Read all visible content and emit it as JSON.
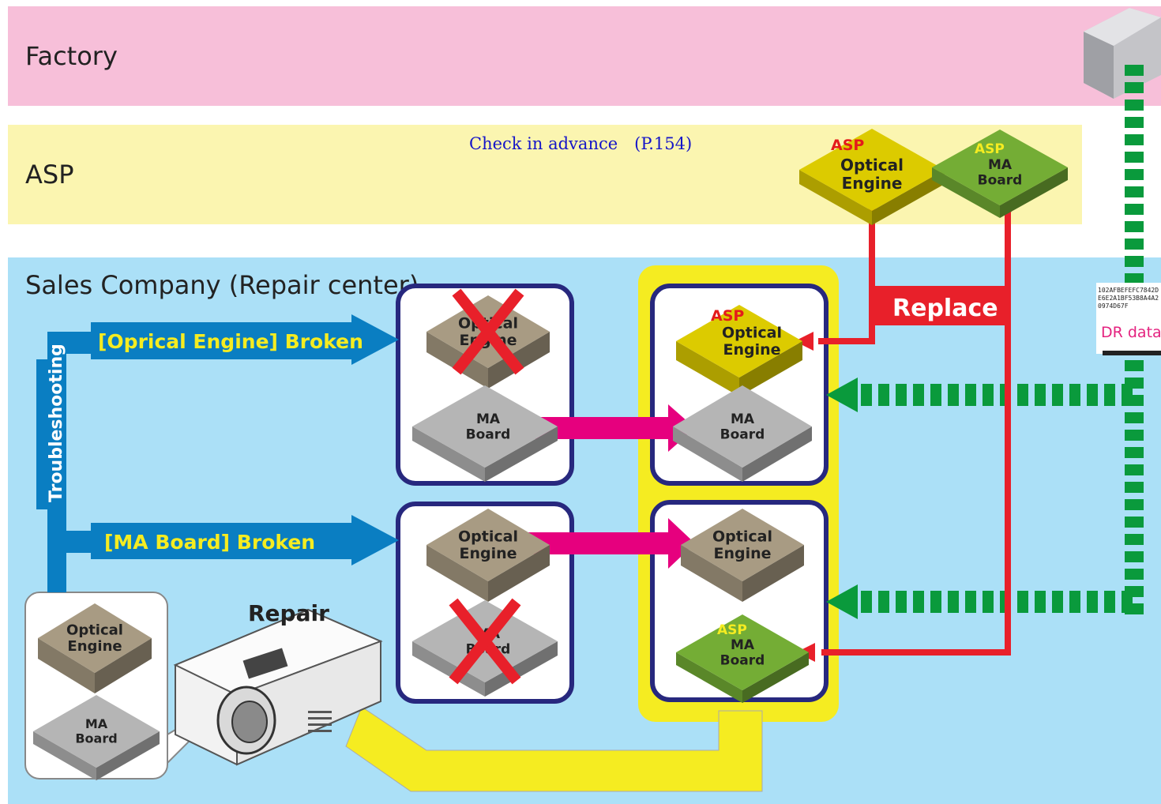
{
  "bands": {
    "factory": {
      "label": "Factory",
      "color": "#f7bfd9"
    },
    "asp": {
      "label": "ASP",
      "note": "Check in advance　(P.154)",
      "color": "#fbf5b0"
    },
    "sales": {
      "label": "Sales Company (Repair center)",
      "color": "#abe0f7"
    }
  },
  "parts": {
    "optical_engine": "Optical\nEngine",
    "ma_board": "MA\nBoard",
    "asp_tag": "ASP"
  },
  "arrows": {
    "optical_broken": "[Oprical Engine] Broken",
    "ma_broken": "[MA Board] Broken",
    "troubleshooting": "Troubleshooting",
    "replace": "Replace"
  },
  "repair_label": "Repair",
  "dr_card": {
    "hex_lines": [
      "102AFBEFEFC7842D",
      "E6E2A1BF53B8A4A2",
      "0974D67F"
    ],
    "label": "DR data"
  },
  "colors": {
    "blue_arrow": "#0a7ec2",
    "red_line": "#e8202a",
    "green_dash": "#0a9a3c",
    "magenta_arrow": "#e6007e",
    "yellow_frame": "#f5ec21",
    "box_border": "#27287e",
    "engine_gray": "#a89b83",
    "board_gray": "#b5b5b5",
    "asp_engine_yellow": "#dccb00",
    "asp_board_green": "#74ad35"
  },
  "icons": [
    "server-icon",
    "projector-icon",
    "cross-mark-icon"
  ]
}
